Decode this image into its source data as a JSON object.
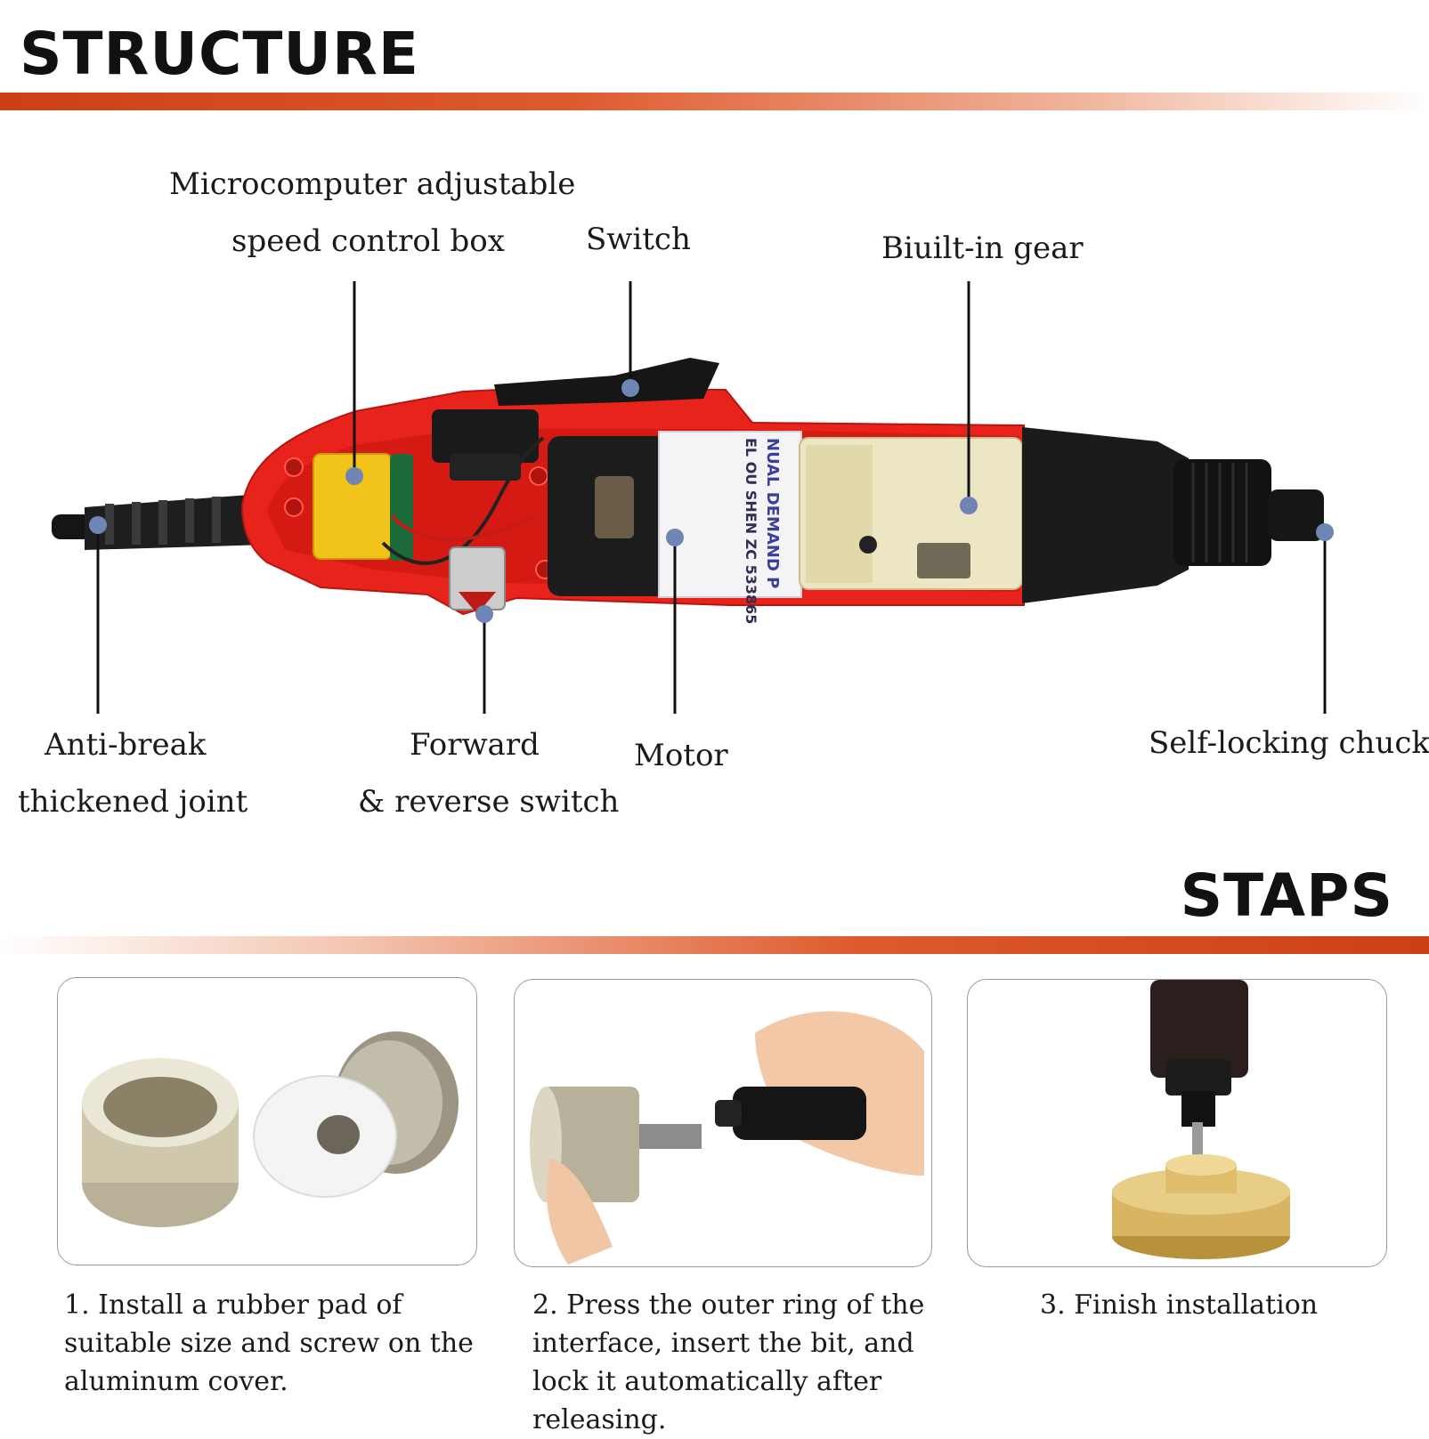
{
  "structure": {
    "heading": "STRUCTURE",
    "labels": {
      "speed_control_line1": "Microcomputer adjustable",
      "speed_control_line2": "speed control box",
      "switch": "Switch",
      "gear": "Biuilt-in gear",
      "joint_line1": "Anti-break",
      "joint_line2": "thickened joint",
      "fr_switch_line1": "Forward",
      "fr_switch_line2": "& reverse switch",
      "motor": "Motor",
      "chuck": "Self-locking chuck"
    },
    "motor_print": {
      "line1": "NUAL DEMAND P",
      "line2": "EL OU SHEN ZC 533865"
    }
  },
  "steps": {
    "heading": "STAPS",
    "items": [
      {
        "text": "1. Install a rubber pad of suitable size and screw on the aluminum cover."
      },
      {
        "text": "2. Press the outer ring of the interface, insert the bit, and lock it automatically after releasing."
      },
      {
        "text": "3. Finish installation"
      }
    ]
  },
  "colors": {
    "accent": "#d2451e",
    "body_red": "#e8231c",
    "callout_dot": "#6f86b5"
  }
}
